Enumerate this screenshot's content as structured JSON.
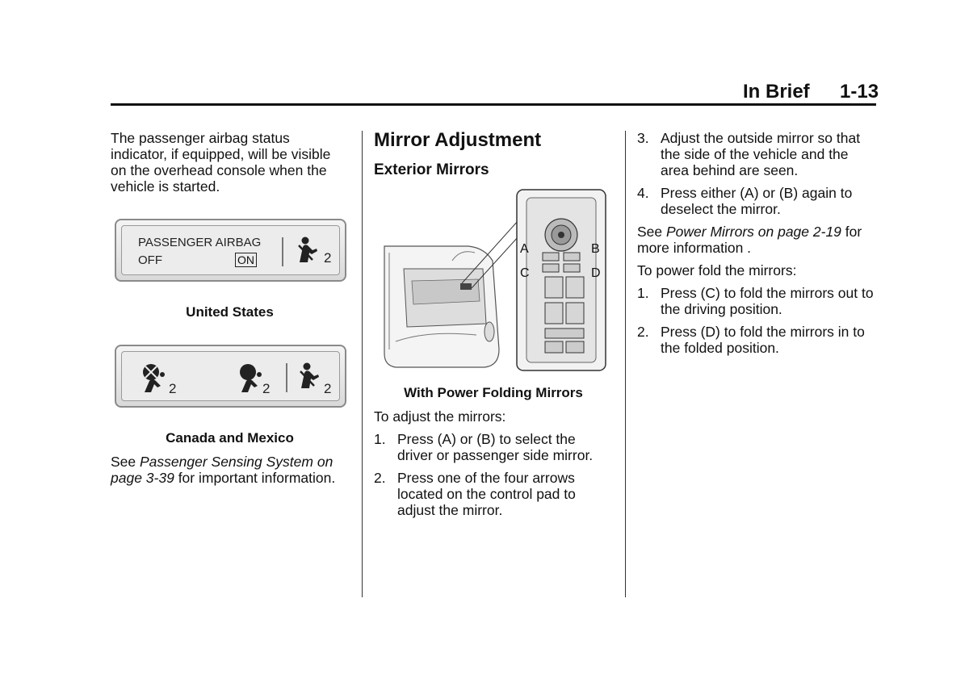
{
  "header": {
    "section": "In Brief",
    "page": "1-13"
  },
  "col1": {
    "intro": "The passenger airbag status indicator, if equipped, will be visible on the overhead console when the vehicle is started.",
    "panel_us": {
      "line1": "PASSENGER AIRBAG",
      "line2": "OFF",
      "on": "ON",
      "seat_num": "2"
    },
    "caption_us": "United States",
    "panel_ca": {
      "n1": "2",
      "n2": "2",
      "n3": "2"
    },
    "caption_ca": "Canada and Mexico",
    "see_prefix": "See ",
    "see_link": "Passenger Sensing System on page 3-39",
    "see_suffix": " for important information."
  },
  "col2": {
    "heading": "Mirror Adjustment",
    "subheading": "Exterior Mirrors",
    "figure_labels": {
      "a": "A",
      "b": "B",
      "c": "C",
      "d": "D"
    },
    "caption": "With Power Folding Mirrors",
    "lead": "To adjust the mirrors:",
    "steps": [
      {
        "n": "1.",
        "t": "Press (A) or (B) to select the driver or passenger side mirror."
      },
      {
        "n": "2.",
        "t": "Press one of the four arrows located on the control pad to adjust the mirror."
      }
    ]
  },
  "col3": {
    "steps_a": [
      {
        "n": "3.",
        "t": "Adjust the outside mirror so that the side of the vehicle and the area behind are seen."
      },
      {
        "n": "4.",
        "t": "Press either (A) or (B) again to deselect the mirror."
      }
    ],
    "see_prefix": "See ",
    "see_link": "Power Mirrors on page 2-19",
    "see_suffix": " for more information .",
    "fold_lead": "To power fold the mirrors:",
    "steps_b": [
      {
        "n": "1.",
        "t": "Press (C) to fold the mirrors out to the driving position."
      },
      {
        "n": "2.",
        "t": "Press (D) to fold the mirrors in to the folded position."
      }
    ]
  }
}
